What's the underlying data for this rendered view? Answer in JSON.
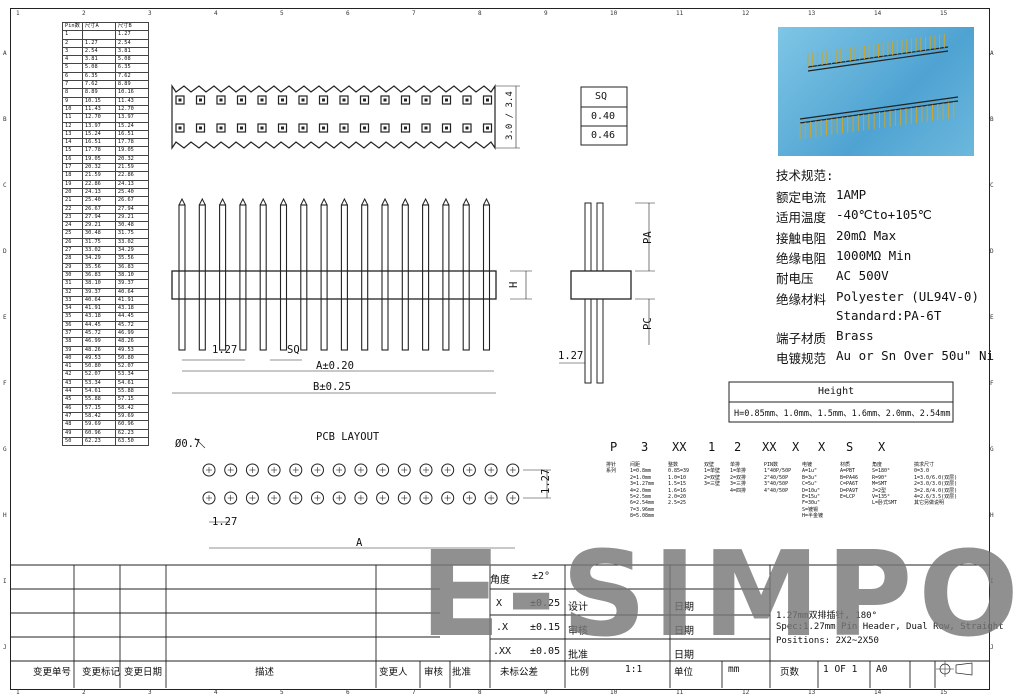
{
  "column_numbers": [
    "1",
    "2",
    "3",
    "4",
    "5",
    "6",
    "7",
    "8",
    "9",
    "10",
    "11",
    "12",
    "13",
    "14",
    "15"
  ],
  "row_letters": [
    "A",
    "B",
    "C",
    "D",
    "E",
    "F",
    "G",
    "H",
    "I",
    "J"
  ],
  "pin_table": {
    "header": [
      "Pin数",
      "尺寸A",
      "尺寸B"
    ],
    "rows": [
      [
        "1",
        "",
        "1.27"
      ],
      [
        "2",
        "1.27",
        "2.54"
      ],
      [
        "3",
        "2.54",
        "3.81"
      ],
      [
        "4",
        "3.81",
        "5.08"
      ],
      [
        "5",
        "5.08",
        "6.35"
      ],
      [
        "6",
        "6.35",
        "7.62"
      ],
      [
        "7",
        "7.62",
        "8.89"
      ],
      [
        "8",
        "8.89",
        "10.16"
      ],
      [
        "9",
        "10.15",
        "11.43"
      ],
      [
        "10",
        "11.43",
        "12.70"
      ],
      [
        "11",
        "12.70",
        "13.97"
      ],
      [
        "12",
        "13.97",
        "15.24"
      ],
      [
        "13",
        "15.24",
        "16.51"
      ],
      [
        "14",
        "16.51",
        "17.78"
      ],
      [
        "15",
        "17.78",
        "19.05"
      ],
      [
        "16",
        "19.05",
        "20.32"
      ],
      [
        "17",
        "20.32",
        "21.59"
      ],
      [
        "18",
        "21.59",
        "22.86"
      ],
      [
        "19",
        "22.86",
        "24.13"
      ],
      [
        "20",
        "24.13",
        "25.40"
      ],
      [
        "21",
        "25.40",
        "26.67"
      ],
      [
        "22",
        "26.67",
        "27.94"
      ],
      [
        "23",
        "27.94",
        "29.21"
      ],
      [
        "24",
        "29.21",
        "30.48"
      ],
      [
        "25",
        "30.48",
        "31.75"
      ],
      [
        "26",
        "31.75",
        "33.02"
      ],
      [
        "27",
        "33.02",
        "34.29"
      ],
      [
        "28",
        "34.29",
        "35.56"
      ],
      [
        "29",
        "35.56",
        "36.83"
      ],
      [
        "30",
        "36.83",
        "38.10"
      ],
      [
        "31",
        "38.10",
        "39.37"
      ],
      [
        "32",
        "39.37",
        "40.64"
      ],
      [
        "33",
        "40.64",
        "41.91"
      ],
      [
        "34",
        "41.91",
        "43.18"
      ],
      [
        "35",
        "43.18",
        "44.45"
      ],
      [
        "36",
        "44.45",
        "45.72"
      ],
      [
        "37",
        "45.72",
        "46.99"
      ],
      [
        "38",
        "46.99",
        "48.26"
      ],
      [
        "39",
        "48.26",
        "49.53"
      ],
      [
        "40",
        "49.53",
        "50.80"
      ],
      [
        "41",
        "50.80",
        "52.07"
      ],
      [
        "42",
        "52.07",
        "53.34"
      ],
      [
        "43",
        "53.34",
        "54.61"
      ],
      [
        "44",
        "54.61",
        "55.88"
      ],
      [
        "45",
        "55.88",
        "57.15"
      ],
      [
        "46",
        "57.15",
        "58.42"
      ],
      [
        "47",
        "58.42",
        "59.69"
      ],
      [
        "48",
        "59.69",
        "60.96"
      ],
      [
        "49",
        "60.96",
        "62.23"
      ],
      [
        "50",
        "62.23",
        "63.50"
      ]
    ]
  },
  "sq_table": {
    "header": "SQ",
    "values": [
      "0.40",
      "0.46"
    ]
  },
  "dims": {
    "top_h": "3.0 / 3.4",
    "pa": "PA",
    "pc": "PC",
    "h": "H",
    "pitch1": "1.27",
    "sq": "SQ",
    "a_tol": "A±0.20",
    "b_tol": "B±0.25",
    "side_pitch": "1.27",
    "pcb_title": "PCB LAYOUT",
    "hole": "Ø0.7",
    "pcb_pitch_x": "1.27",
    "pcb_pitch_y": "1.27",
    "pcb_a": "A"
  },
  "specs": [
    {
      "label": "技术规范:",
      "value": ""
    },
    {
      "label": "额定电流",
      "value": "1AMP"
    },
    {
      "label": "适用温度",
      "value": "-40℃to+105℃"
    },
    {
      "label": "接触电阻",
      "value": "20mΩ Max"
    },
    {
      "label": "绝缘电阻",
      "value": "1000MΩ Min"
    },
    {
      "label": "耐电压",
      "value": "AC 500V"
    },
    {
      "label": "绝缘材料",
      "value": "Polyester (UL94V-0)"
    },
    {
      "label": "",
      "value": "Standard:PA-6T"
    },
    {
      "label": "端子材质",
      "value": "Brass"
    },
    {
      "label": "电镀规范",
      "value": "Au or Sn Over 50u\" Ni"
    }
  ],
  "height_box": {
    "title": "Height",
    "values": "H=0.85mm、1.0mm、1.5mm、1.6mm、2.0mm、2.54mm"
  },
  "part_code": {
    "segments": [
      "P",
      "3",
      "XX",
      "1",
      "2",
      "XX",
      "X",
      "X",
      "S",
      "X"
    ],
    "groups": [
      [
        "排针",
        "系列"
      ],
      [
        "间距",
        "1=0.8mm",
        "2=1.0mm",
        "3=1.27mm",
        "4=2.0mm",
        "5=2.5mm",
        "6=2.54mm",
        "7=3.96mm",
        "8=5.08mm"
      ],
      [
        "整数",
        "0.85=39",
        "1.0=10",
        "1.5=15",
        "1.6=16",
        "2.0=20",
        "2.5=25"
      ],
      [
        "双壁",
        "1=单壁",
        "2=双壁",
        "3=三壁"
      ],
      [
        "单排",
        "1=单排",
        "2=双排",
        "3=三排",
        "4=四排"
      ],
      [
        "PIN数",
        "1\"40P/50P",
        "2\"40/50P",
        "3\"40/50P",
        "4\"40/50P"
      ],
      [
        "电镀",
        "A=1u\"",
        "B=3u\"",
        "C=5u\"",
        "D=10u\"",
        "E=15u\"",
        "F=30u\"",
        "S=镀锡",
        "H=半金镀"
      ],
      [
        "材质",
        "A=PBT",
        "B=PA46",
        "C=PA6T",
        "D=PA9T",
        "E=LCP"
      ],
      [
        "角度",
        "S=180°",
        "R=90°",
        "M=SMT",
        "J=2型",
        "V=135°",
        "L=卧式SMT"
      ],
      [
        "搞求尺寸",
        "0=3.0",
        "1=3.0/6.0(双层)",
        "2=3.0/3.0(双层)",
        "3=2.8/4.0(双层)",
        "4=2.6/3.5(双层)",
        "其它另做说明"
      ]
    ]
  },
  "title_block": {
    "angle_label": "角度",
    "angle_tol": "±2°",
    "tol_rows": [
      [
        "X",
        "±0.25"
      ],
      [
        ".X",
        "±0.15"
      ],
      [
        ".XX",
        "±0.05"
      ]
    ],
    "design": "设计",
    "review": "审核",
    "approve": "批准",
    "date": "日期",
    "desc1": "1.27mm双排插针, 180°",
    "desc2": "Spec:1.27mm Pin Header, Dual Row, Straight",
    "desc3": "Positions: 2X2~2X50",
    "bottom": [
      "变更单号",
      "变更标记",
      "变更日期",
      "描述",
      "变更人",
      "审核",
      "批准",
      "未标公差",
      "比例",
      "1:1",
      "单位",
      "mm",
      "页数",
      "1 OF 1",
      "A0"
    ]
  },
  "watermark": "E-SIMPO"
}
